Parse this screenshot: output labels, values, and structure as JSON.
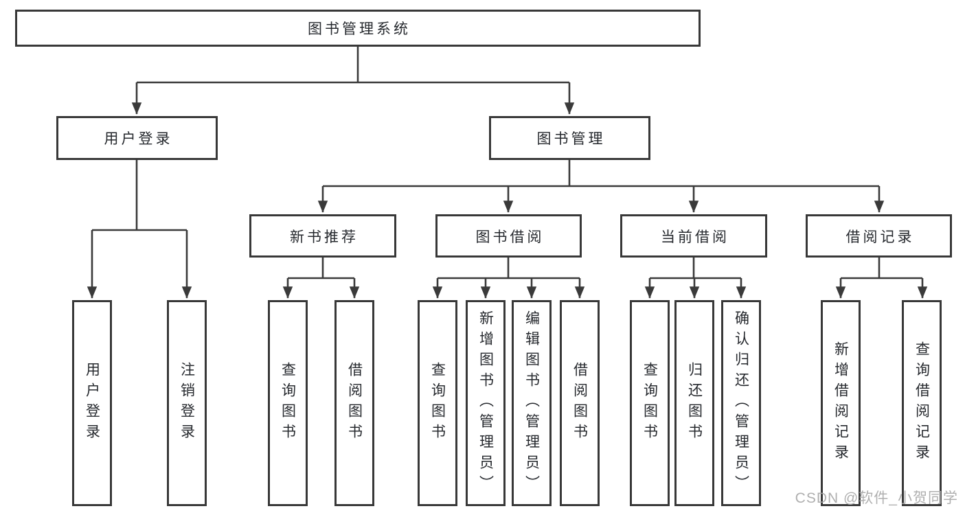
{
  "diagram": {
    "title": "图书管理系统",
    "type": "功能结构图 (functional structure tree)",
    "watermark": "CSDN @软件_小贺同学"
  },
  "colors": {
    "background": "#ffffff",
    "box_border": "#383838",
    "connector_line": "#3a3a3a",
    "text": "#26292e",
    "watermark_text": "#a9a9a9"
  },
  "nodes": {
    "root": "图书管理系统",
    "user_login": "用户登录",
    "book_mgmt": "图书管理",
    "login": "用户登录",
    "logout": "注销登录",
    "new_book_rec": "新书推荐",
    "book_borrow": "图书借阅",
    "current_borrow": "当前借阅",
    "borrow_records": "借阅记录",
    "nb_query_book": "查询图书",
    "nb_borrow_book": "借阅图书",
    "bb_query_book": "查询图书",
    "bb_add_book": "新增图书（管理员）",
    "bb_edit_book": "编辑图书（管理员）",
    "bb_borrow_book": "借阅图书",
    "cb_query_book": "查询图书",
    "cb_return_book": "归还图书",
    "cb_confirm_return": "确认归还（管理员）",
    "br_add_record": "新增借阅记录",
    "br_query_record": "查询借阅记录"
  },
  "edges": [
    {
      "from": "图书管理系统",
      "to": [
        "用户登录",
        "图书管理"
      ]
    },
    {
      "from": "用户登录",
      "to": [
        "用户登录",
        "注销登录"
      ]
    },
    {
      "from": "图书管理",
      "to": [
        "新书推荐",
        "图书借阅",
        "当前借阅",
        "借阅记录"
      ]
    },
    {
      "from": "新书推荐",
      "to": [
        "查询图书",
        "借阅图书"
      ]
    },
    {
      "from": "图书借阅",
      "to": [
        "查询图书",
        "新增图书（管理员）",
        "编辑图书（管理员）",
        "借阅图书"
      ]
    },
    {
      "from": "当前借阅",
      "to": [
        "查询图书",
        "归还图书",
        "确认归还（管理员）"
      ]
    },
    {
      "from": "借阅记录",
      "to": [
        "新增借阅记录",
        "查询借阅记录"
      ]
    }
  ]
}
